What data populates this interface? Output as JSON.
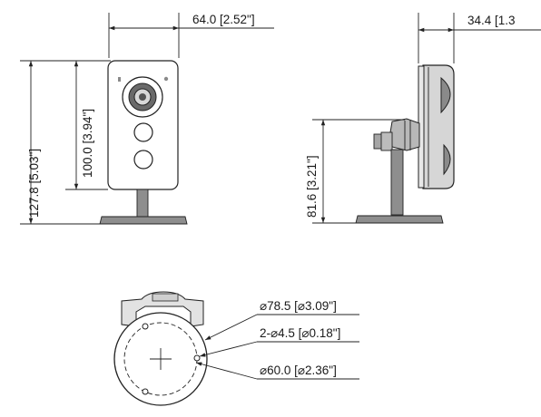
{
  "drawing": {
    "front_view": {
      "width_dim": "64.0 [2.52\"]",
      "overall_height_dim": "127.8 [5.03\"]",
      "body_height_dim": "100.0 [3.94\"]"
    },
    "side_view": {
      "depth_dim": "34.4 [1.3",
      "mount_height_dim": "81.6 [3.21\"]"
    },
    "base_view": {
      "base_dia_dim": "⌀78.5 [⌀3.09\"]",
      "hole_dim": "2-⌀4.5 [⌀0.18\"]",
      "bolt_circle_dim": "⌀60.0 [⌀2.36\"]"
    }
  }
}
